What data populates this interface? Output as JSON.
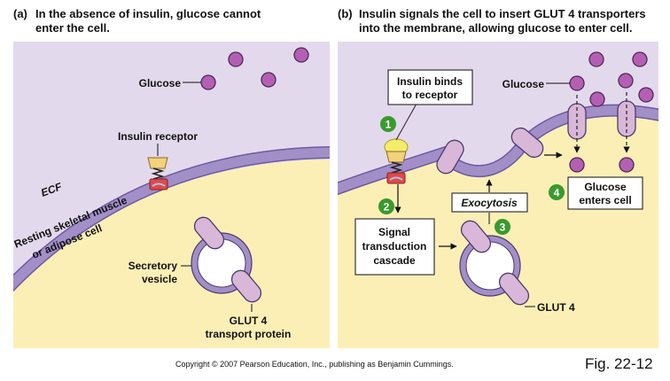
{
  "panel_a": {
    "letter": "(a)",
    "title_line1": "In the absence of insulin, glucose cannot",
    "title_line2": "enter the cell.",
    "labels": {
      "glucose": "Glucose",
      "insulin_receptor": "Insulin receptor",
      "ecf": "ECF",
      "cell_line1": "Resting skeletal muscle",
      "cell_line2": "or adipose cell",
      "vesicle_line1": "Secretory",
      "vesicle_line2": "vesicle",
      "glut_line1": "GLUT 4",
      "glut_line2": "transport protein"
    }
  },
  "panel_b": {
    "letter": "(b)",
    "title_line1": "Insulin signals the cell to insert GLUT 4 transporters",
    "title_line2": "into the membrane, allowing glucose to enter cell.",
    "labels": {
      "glucose": "Glucose",
      "glut4": "GLUT 4",
      "exocytosis": "Exocytosis"
    },
    "steps": [
      {
        "number": "1",
        "line1": "Insulin binds",
        "line2": "to receptor"
      },
      {
        "number": "2",
        "line1": "Signal",
        "line2": "transduction",
        "line3": "cascade"
      },
      {
        "number": "3",
        "line1": "Exocytosis"
      },
      {
        "number": "4",
        "line1": "Glucose",
        "line2": "enters cell"
      }
    ]
  },
  "footer": {
    "copyright": "Copyright © 2007 Pearson Education, Inc., publishing as Benjamin Cummings.",
    "figure": "Fig. 22-12"
  },
  "colors": {
    "ecf": "#e3d9ec",
    "cytoplasm": "#fcefb6",
    "membrane": "#a28fc8",
    "membrane_edge": "#6e5aa0",
    "glucose": "#b45fb3",
    "glut4": "#d8b7d9",
    "step_badge": "#3a9a2e"
  }
}
